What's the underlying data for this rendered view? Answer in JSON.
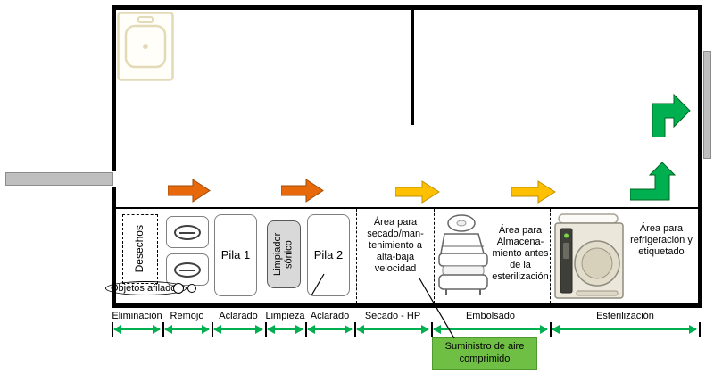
{
  "stations": {
    "desechos": "Desechos",
    "pila1": "Pila 1",
    "limpiador_sonico": "Limpiador sónico",
    "pila2": "Pila 2",
    "secado": "Área para secado/man-tenimiento a alta-baja velocidad",
    "almacenamiento": "Área para Almacena-miento antes de la esterilización",
    "refrigeracion": "Área para refrigeración y etiquetado",
    "objetos_afilados": "Objetos afilados"
  },
  "zones": [
    {
      "label": "Eliminación"
    },
    {
      "label": "Remojo"
    },
    {
      "label": "Aclarado"
    },
    {
      "label": "Limpieza"
    },
    {
      "label": "Aclarado"
    },
    {
      "label": "Secado - HP"
    },
    {
      "label": "Embolsado"
    },
    {
      "label": "Esterilización"
    }
  ],
  "callout": {
    "label": "Suministro de aire comprimido"
  },
  "icons": {
    "sink": "sink-icon",
    "pouch_sealer": "pouch-sealer-icon",
    "autoclave": "autoclave-icon"
  },
  "colors": {
    "arrow_orange": "#E8690B",
    "arrow_yellow": "#FFC000",
    "arrow_green": "#00B050",
    "callout_green": "#6FBF44",
    "door_gray": "#BFBFBF"
  }
}
